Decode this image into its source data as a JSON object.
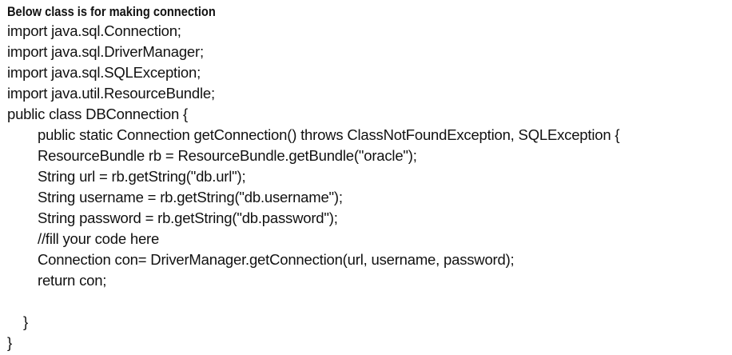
{
  "heading": "Below class is for making connection",
  "lines": [
    "import java.sql.Connection;",
    "import java.sql.DriverManager;",
    "import java.sql.SQLException;",
    "import java.util.ResourceBundle;",
    "public class DBConnection {",
    "public static Connection getConnection() throws ClassNotFoundException, SQLException {",
    "ResourceBundle rb = ResourceBundle.getBundle(\"oracle\");",
    "String url = rb.getString(\"db.url\");",
    "String username = rb.getString(\"db.username\");",
    "String password = rb.getString(\"db.password\");",
    "//fill your code here",
    "Connection con= DriverManager.getConnection(url, username, password);",
    "return con;",
    "}",
    "}"
  ]
}
